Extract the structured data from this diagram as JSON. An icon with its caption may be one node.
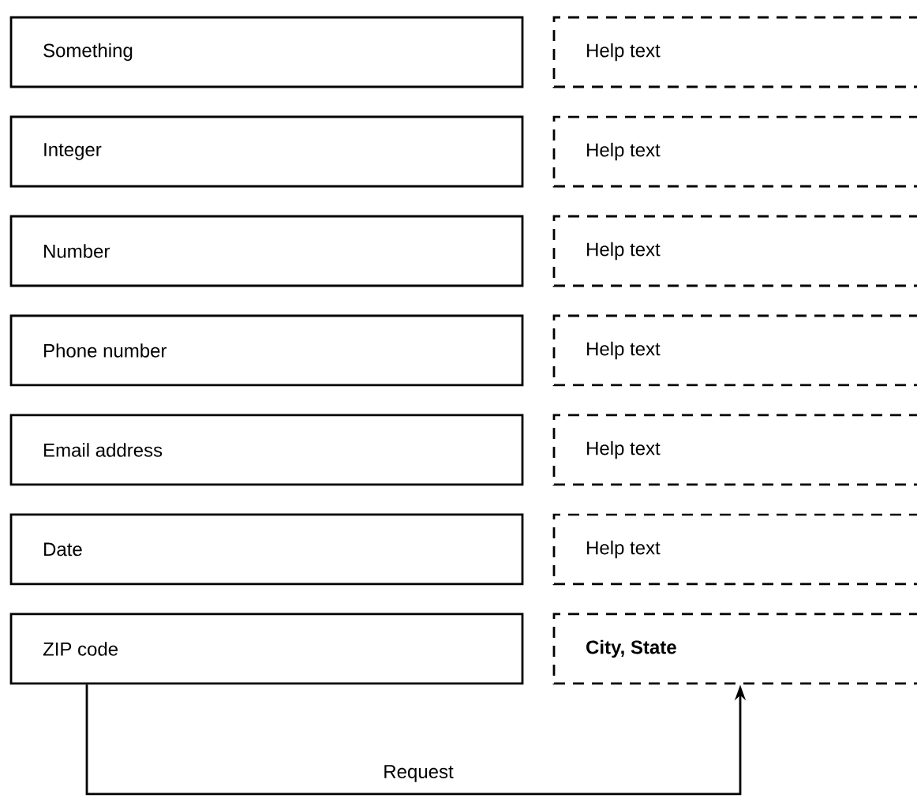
{
  "diagram": {
    "nodes": [
      {
        "text": [
          "Something"
        ]
      },
      {
        "text": [
          "Help text"
        ]
      },
      {
        "text": [
          "Integer"
        ]
      },
      {
        "text": [
          "Help text"
        ]
      },
      {
        "text": [
          "Number"
        ]
      },
      {
        "text": [
          "Help text"
        ]
      },
      {
        "text": [
          "Phone number"
        ]
      },
      {
        "text": [
          "Help text"
        ]
      },
      {
        "text": [
          "Email address"
        ]
      },
      {
        "text": [
          "Help text"
        ]
      },
      {
        "text": [
          "Date"
        ]
      },
      {
        "text": [
          "Help text"
        ]
      },
      {
        "text": [
          "ZIP code"
        ]
      },
      {
        "text": [
          "City, State"
        ]
      }
    ],
    "edges": [
      {
        "from": 12,
        "to": 13,
        "arrow": "to",
        "label": "Request"
      }
    ]
  }
}
